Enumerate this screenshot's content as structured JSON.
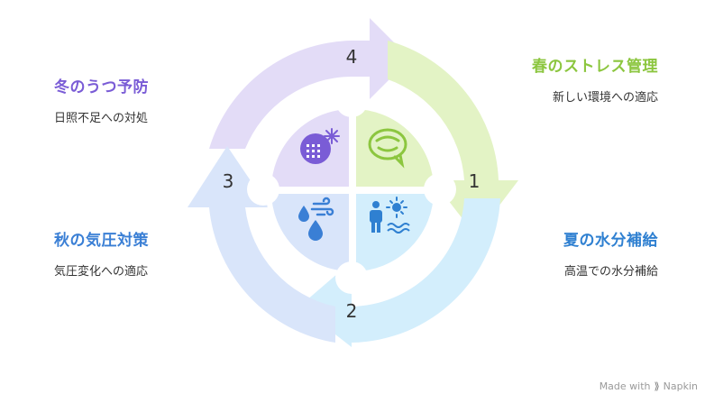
{
  "steps": [
    {
      "number": "1",
      "title": "春のストレス管理",
      "subtitle": "新しい環境への適応",
      "color": "#8cc63f",
      "icon": "chat-bubble-icon"
    },
    {
      "number": "2",
      "title": "夏の水分補給",
      "subtitle": "高温での水分補給",
      "color": "#2f80d1",
      "icon": "person-sun-water-icon"
    },
    {
      "number": "3",
      "title": "秋の気圧対策",
      "subtitle": "気圧変化への適応",
      "color": "#3a7fd5",
      "icon": "wind-water-drop-icon"
    },
    {
      "number": "4",
      "title": "冬のうつ予防",
      "subtitle": "日照不足への対処",
      "color": "#7a5cd6",
      "icon": "snowflake-grid-icon"
    }
  ],
  "footer": {
    "text": "Made with",
    "brand": "Napkin"
  }
}
